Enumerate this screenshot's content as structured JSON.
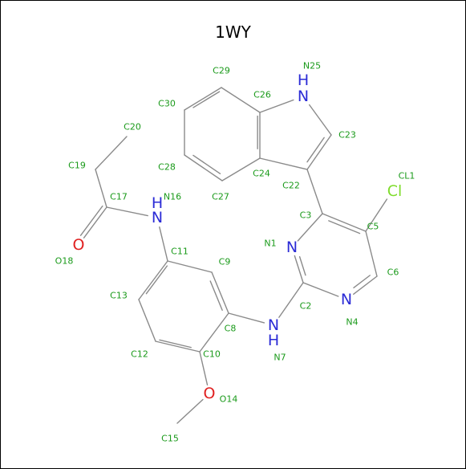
{
  "title": "1WY",
  "colors": {
    "bond": "#8a8a8a",
    "label": "#1a9a1a",
    "nitrogen": "#2b2bd6",
    "oxygen": "#e02020",
    "chlorine": "#7fdc2c",
    "title": "#000000"
  },
  "elements": [
    {
      "id": "n25",
      "text": "N",
      "color": "nitrogen"
    },
    {
      "id": "h25",
      "text": "H",
      "color": "nitrogen"
    },
    {
      "id": "n16",
      "text": "N",
      "color": "nitrogen"
    },
    {
      "id": "h16",
      "text": "H",
      "color": "nitrogen"
    },
    {
      "id": "n7",
      "text": "N",
      "color": "nitrogen"
    },
    {
      "id": "h7",
      "text": "H",
      "color": "nitrogen"
    },
    {
      "id": "n1",
      "text": "N",
      "color": "nitrogen"
    },
    {
      "id": "n4",
      "text": "N",
      "color": "nitrogen"
    },
    {
      "id": "o18",
      "text": "O",
      "color": "oxygen"
    },
    {
      "id": "o14",
      "text": "O",
      "color": "oxygen"
    },
    {
      "id": "cl1",
      "text": "Cl",
      "color": "chlorine"
    }
  ],
  "labels": [
    {
      "id": "C29",
      "text": "C29"
    },
    {
      "id": "N25",
      "text": "N25"
    },
    {
      "id": "C26",
      "text": "C26"
    },
    {
      "id": "C30",
      "text": "C30"
    },
    {
      "id": "C20",
      "text": "C20"
    },
    {
      "id": "C23",
      "text": "C23"
    },
    {
      "id": "C19",
      "text": "C19"
    },
    {
      "id": "C28",
      "text": "C28"
    },
    {
      "id": "C24",
      "text": "C24"
    },
    {
      "id": "C22",
      "text": "C22"
    },
    {
      "id": "CL1",
      "text": "CL1"
    },
    {
      "id": "C17",
      "text": "C17"
    },
    {
      "id": "N16",
      "text": "N16"
    },
    {
      "id": "C27",
      "text": "C27"
    },
    {
      "id": "C3",
      "text": "C3"
    },
    {
      "id": "C5",
      "text": "C5"
    },
    {
      "id": "N1",
      "text": "N1"
    },
    {
      "id": "C11",
      "text": "C11"
    },
    {
      "id": "C9",
      "text": "C9"
    },
    {
      "id": "O18",
      "text": "O18"
    },
    {
      "id": "C6",
      "text": "C6"
    },
    {
      "id": "C13",
      "text": "C13"
    },
    {
      "id": "C2",
      "text": "C2"
    },
    {
      "id": "N4",
      "text": "N4"
    },
    {
      "id": "C8",
      "text": "C8"
    },
    {
      "id": "C12",
      "text": "C12"
    },
    {
      "id": "C10",
      "text": "C10"
    },
    {
      "id": "N7",
      "text": "N7"
    },
    {
      "id": "O14",
      "text": "O14"
    },
    {
      "id": "C15",
      "text": "C15"
    }
  ]
}
